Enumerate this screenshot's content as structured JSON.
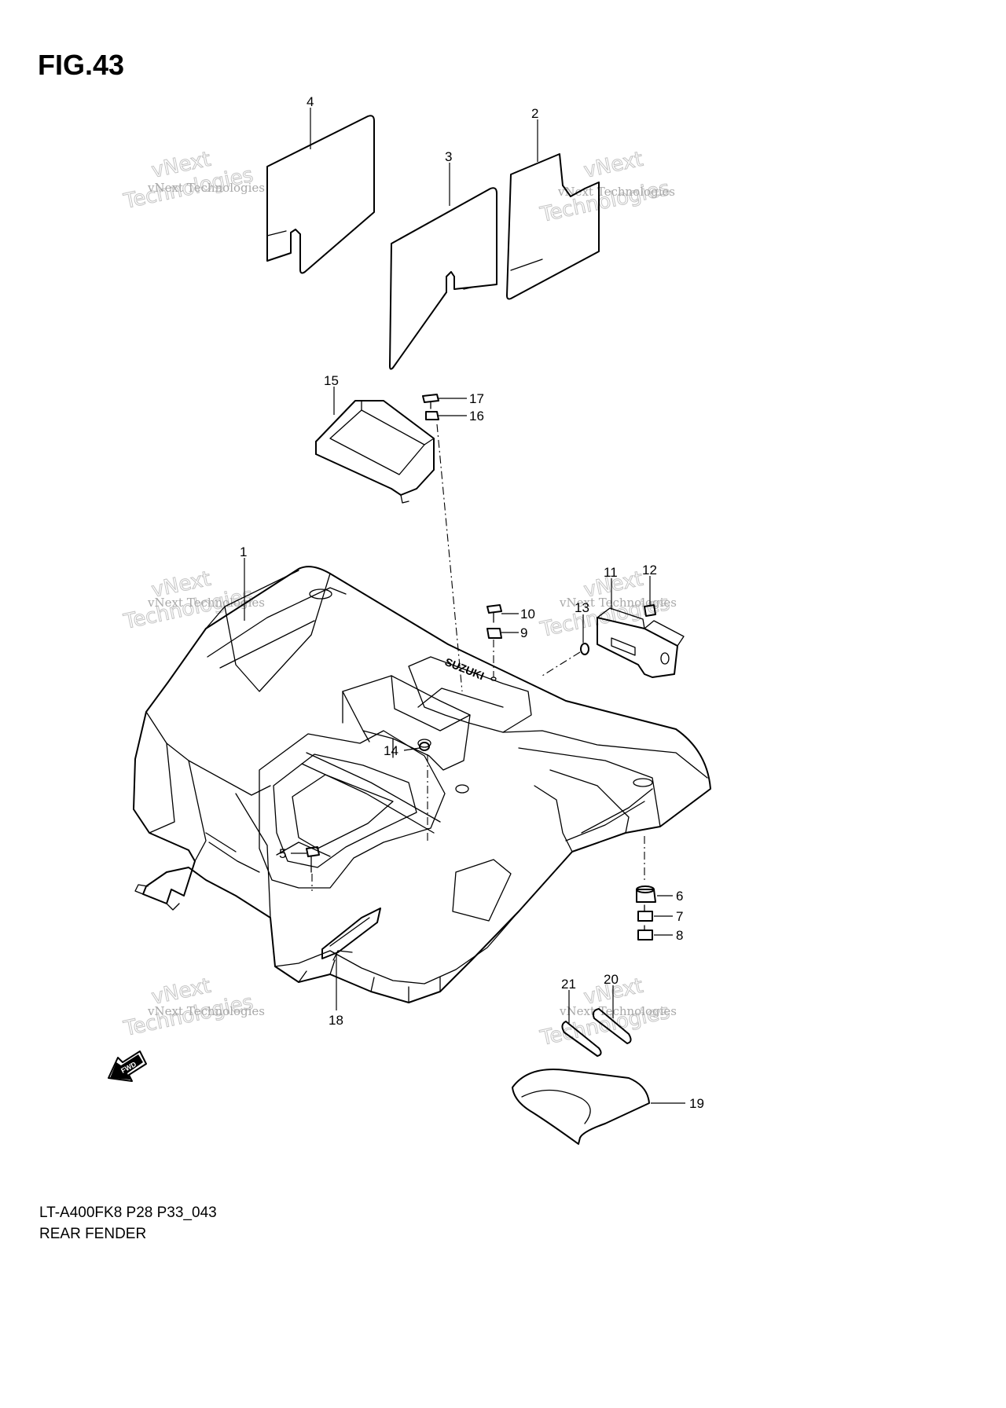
{
  "figure": {
    "title": "FIG.43",
    "model_code": "LT-A400FK8 P28 P33_043",
    "assembly_name": "REAR FENDER"
  },
  "watermark": {
    "line1": "vNext Technologies",
    "line2": "vNext",
    "line3": "Technologies"
  },
  "callouts": {
    "p1": "1",
    "p2": "2",
    "p3": "3",
    "p4": "4",
    "p5": "5",
    "p6": "6",
    "p7": "7",
    "p8": "8",
    "p9": "9",
    "p10": "10",
    "p11": "11",
    "p12": "12",
    "p13": "13",
    "p14": "14",
    "p15": "15",
    "p16": "16",
    "p17": "17",
    "p18": "18",
    "p19": "19",
    "p20": "20",
    "p21": "21"
  },
  "fwd_label": "FWD",
  "fender_lettering": "SUZUKI"
}
